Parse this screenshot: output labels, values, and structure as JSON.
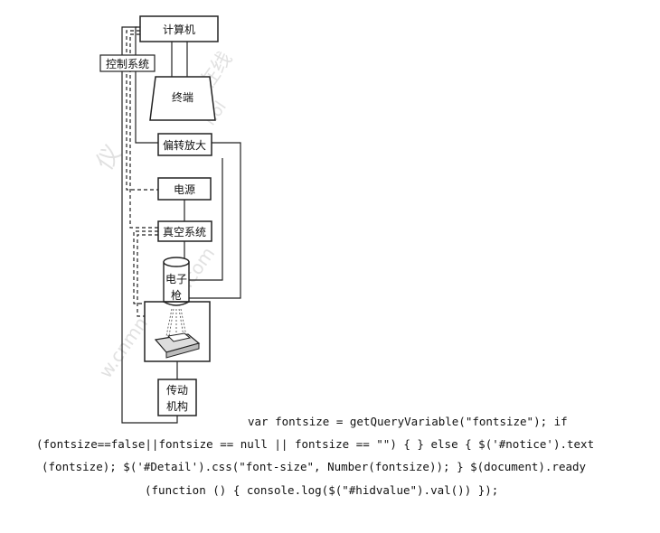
{
  "diagram": {
    "boxes": {
      "computer": "计算机",
      "control_system": "控制系统",
      "terminal": "终端",
      "deflection_amp": "偏转放大",
      "power_supply": "电源",
      "vacuum_system": "真空系统",
      "electron_gun_line1": "电子",
      "electron_gun_line2": "枪",
      "drive_line1": "传动",
      "drive_line2": "机构"
    }
  },
  "code": {
    "line1": "var fontsize = getQueryVariable(\"fontsize\"); if",
    "line2": "(fontsize==false||fontsize == null || fontsize == \"\") { } else { $('#notice').text",
    "line3": "(fontsize); $('#Detail').css(\"font-size\", Number(fontsize)); } $(document).ready",
    "line4": "(function () { console.log($(\"#hidvalue\").val()) });"
  },
  "colors": {
    "line": "#222222",
    "watermark": "#c9c9c9"
  }
}
